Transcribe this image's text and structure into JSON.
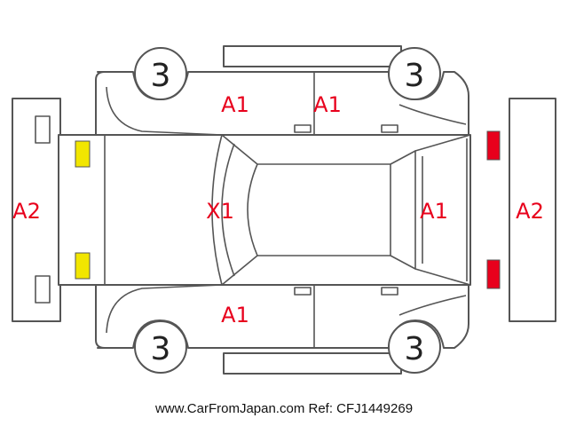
{
  "colors": {
    "outline": "#555555",
    "code_text": "#e8001c",
    "front_lamp": "#f2e600",
    "rear_lamp": "#e8001c"
  },
  "wheels": {
    "front_left": "3",
    "rear_left": "3",
    "front_right": "3",
    "rear_right": "3"
  },
  "codes": {
    "door_left_front": "A1",
    "door_left_rear": "A1",
    "roof": "X1",
    "tailgate": "A1",
    "door_right_front": "A1",
    "front_bumper": "A2",
    "rear_bumper": "A2"
  },
  "lamps": {
    "front": "yellow",
    "rear": "red"
  },
  "footer": {
    "text": "www.CarFromJapan.com Ref: CFJ1449269"
  }
}
